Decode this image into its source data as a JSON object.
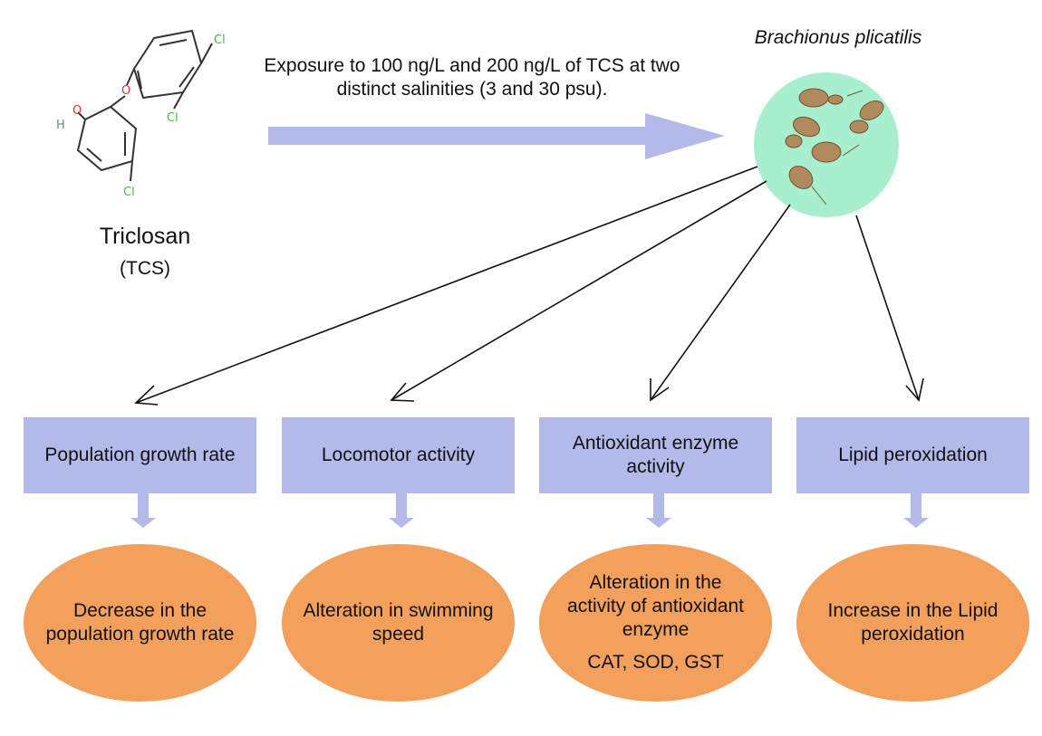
{
  "compound": {
    "name": "Triclosan",
    "abbreviation": "(TCS)",
    "atoms": {
      "cl_top": "Cl",
      "cl_mid": "Cl",
      "cl_bottom": "Cl",
      "oxygen_bridge": "O",
      "hydroxyl_o": "O",
      "hydroxyl_h": "H"
    }
  },
  "exposure_text": "Exposure to 100 ng/L and 200 ng/L of TCS at two distinct salinities (3 and 30 psu).",
  "organism": {
    "name": "Brachionus plicatilis",
    "circle_color": "#a8efd0"
  },
  "colors": {
    "box": "#b3b9e8",
    "oval": "#f4a05d",
    "arrow": "#b3b9e8"
  },
  "endpoints": [
    {
      "label": "Population growth rate",
      "outcome": "Decrease in the population growth rate",
      "outcome_extra": ""
    },
    {
      "label": "Locomotor activity",
      "outcome": "Alteration in swimming speed",
      "outcome_extra": ""
    },
    {
      "label": "Antioxidant enzyme activity",
      "outcome": "Alteration in the activity of antioxidant enzyme",
      "outcome_extra": "CAT, SOD, GST"
    },
    {
      "label": "Lipid peroxidation",
      "outcome": "Increase in the Lipid peroxidation",
      "outcome_extra": ""
    }
  ]
}
